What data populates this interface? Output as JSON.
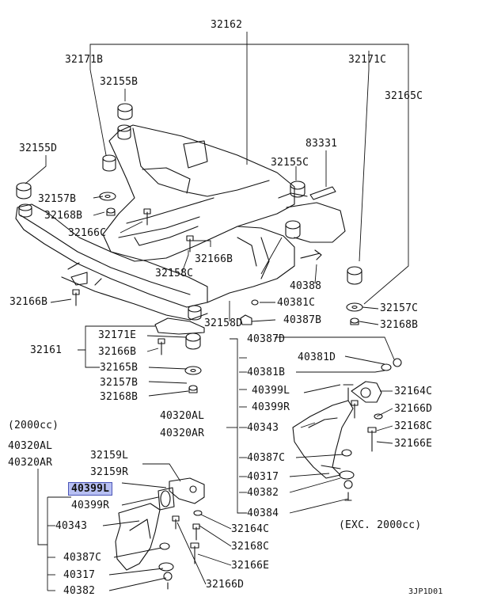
{
  "diagram": {
    "parts": {
      "p32162": "32162",
      "p32171B": "32171B",
      "p32171C": "32171C",
      "p32165C": "32165C",
      "p32155B": "32155B",
      "p32155D": "32155D",
      "p32155C": "32155C",
      "p83331": "83331",
      "p32157B_top": "32157B",
      "p32168B_top": "32168B",
      "p32166C_top": "32166C",
      "p32166B_mid": "32166B",
      "p32158C": "32158C",
      "p40388": "40388",
      "p40381C": "40381C",
      "p40387B": "40387B",
      "p32157C": "32157C",
      "p32168B_right": "32168B",
      "p32166B_left": "32166B",
      "p32158D": "32158D",
      "p32161": "32161",
      "p32171E": "32171E",
      "p32166B_low": "32166B",
      "p32165B": "32165B",
      "p32157B_low": "32157B",
      "p32168B_low": "32168B",
      "p40387D": "40387D",
      "p40381D": "40381D",
      "p40381B": "40381B",
      "p40399L": "40399L",
      "p40399R": "40399R",
      "p32164C": "32164C",
      "p32166D": "32166D",
      "p32168C": "32168C",
      "p32166E": "32166E",
      "p40320AL": "40320AL",
      "p40320AR": "40320AR",
      "p40343": "40343",
      "p40387C": "40387C",
      "p40317": "40317",
      "p40382": "40382",
      "p40384": "40384"
    },
    "inset": {
      "engine_note": "(2000cc)",
      "a40320AL": "40320AL",
      "a40320AR": "40320AR",
      "a32159L": "32159L",
      "a32159R": "32159R",
      "a40399L": "40399L",
      "a40399R": "40399R",
      "a40343": "40343",
      "a40387C": "40387C",
      "a40317": "40317",
      "a40382": "40382",
      "a32164C": "32164C",
      "a32168C": "32168C",
      "a32166E": "32166E",
      "a32166D": "32166D"
    },
    "exc_note": "(EXC. 2000cc)",
    "diagram_code": "3JP1D01",
    "highlight_color": "#b7bff2"
  }
}
